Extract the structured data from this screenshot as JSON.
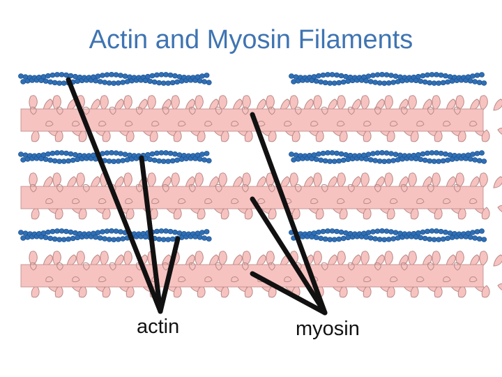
{
  "slide": {
    "title": "Actin and Myosin Filaments"
  },
  "labels": {
    "actin": "actin",
    "myosin": "myosin"
  },
  "colors": {
    "title": "#3f74b2",
    "actin_bead": "#2f6fb5",
    "actin_bead_dark": "#1b4f8c",
    "myosin_body": "#f7c3c0",
    "myosin_outline": "#b88a88",
    "pointer": "#111111"
  },
  "structure": {
    "actin_rows": 3,
    "myosin_rows": 3,
    "sarcomere_halves": 2
  }
}
